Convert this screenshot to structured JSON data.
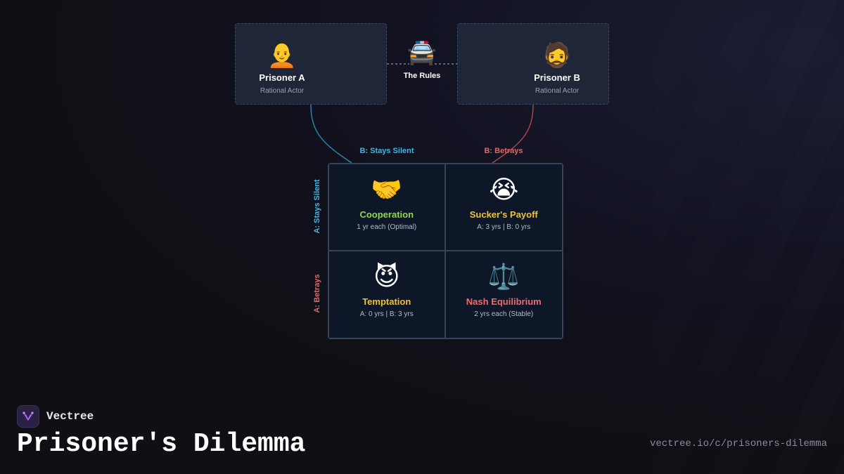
{
  "players": {
    "a": {
      "emoji": "🧑‍🦲",
      "icon": "bald-person-icon",
      "name": "Prisoner A",
      "subtitle": "Rational Actor"
    },
    "b": {
      "emoji": "🧔",
      "icon": "bearded-person-icon",
      "name": "Prisoner B",
      "subtitle": "Rational Actor"
    }
  },
  "rules": {
    "emoji": "🚔",
    "icon": "police-car-icon",
    "label": "The Rules"
  },
  "matrix": {
    "col_labels": [
      "B: Stays Silent",
      "B: Betrays"
    ],
    "row_labels": [
      "A: Stays Silent",
      "A: Betrays"
    ],
    "cells": [
      {
        "emoji": "🤝",
        "icon": "handshake-icon",
        "title": "Cooperation",
        "desc": "1 yr each (Optimal)"
      },
      {
        "emoji": "😭",
        "icon": "crying-face-icon",
        "title": "Sucker's Payoff",
        "desc": "A: 3 yrs | B: 0 yrs"
      },
      {
        "emoji": "😈",
        "icon": "devil-face-icon",
        "title": "Temptation",
        "desc": "A: 0 yrs | B: 3 yrs"
      },
      {
        "emoji": "⚖️",
        "icon": "scales-icon",
        "title": "Nash Equilibrium",
        "desc": "2 yrs each (Stable)"
      }
    ]
  },
  "colors": {
    "silent": "#3fb6e8",
    "betray": "#e0676a",
    "cooperation": "#8ed84a",
    "sucker": "#f2c230",
    "temptation": "#f2c230",
    "nash": "#f0686a",
    "connector_a": "#2f86b0",
    "connector_b": "#b4474d"
  },
  "brand": {
    "name": "Vectree",
    "icon": "vectree-logo-icon"
  },
  "title": "Prisoner's Dilemma",
  "url": "vectree.io/c/prisoners-dilemma"
}
